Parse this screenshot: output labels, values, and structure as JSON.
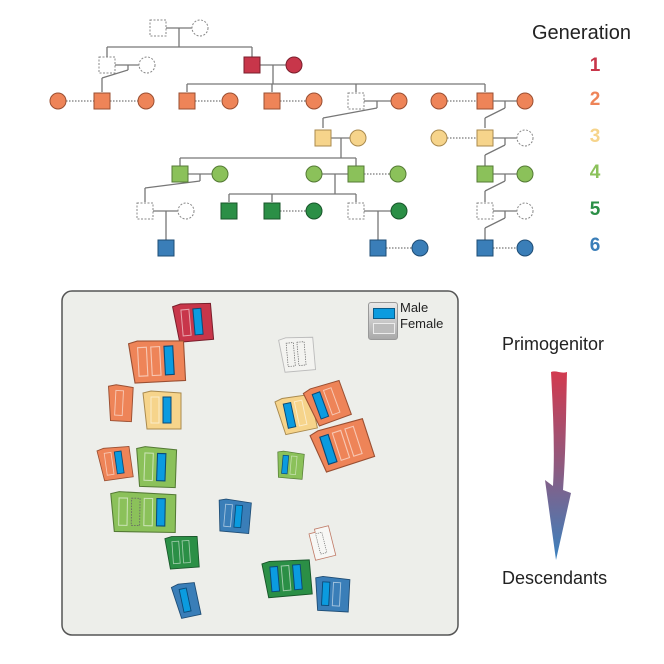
{
  "legend_panel": {
    "title": "Generation",
    "generations": [
      {
        "number": "1",
        "color": "#c8364a"
      },
      {
        "number": "2",
        "color": "#ee8458"
      },
      {
        "number": "3",
        "color": "#f6d48b"
      },
      {
        "number": "4",
        "color": "#8bc15a"
      },
      {
        "number": "5",
        "color": "#2b8f46"
      },
      {
        "number": "6",
        "color": "#3a7eb8"
      }
    ]
  },
  "sex_legend": {
    "male_label": "Male",
    "female_label": "Female",
    "male_color": "#0b9bdf",
    "female_color": "#bcbcbc"
  },
  "arrow": {
    "top_label": "Primogenitor",
    "bottom_label": "Descendants",
    "top_color": "#d23a4f",
    "bottom_color": "#3a82bf"
  },
  "pedigree": {
    "unknown_color": "none",
    "generations": [
      {
        "gen": 0,
        "members": [
          "unknown-male",
          "unknown-female"
        ]
      },
      {
        "gen": 1,
        "members": [
          "unknown-male",
          "unknown-female",
          "male",
          "female"
        ]
      },
      {
        "gen": 2,
        "members": [
          "female",
          "male",
          "female",
          "male",
          "female",
          "male",
          "female",
          "unknown-male",
          "female",
          "female",
          "male",
          "female"
        ]
      },
      {
        "gen": 3,
        "members": [
          "male",
          "female",
          "female",
          "male",
          "unknown-female"
        ]
      },
      {
        "gen": 4,
        "members": [
          "male",
          "female",
          "female",
          "male",
          "female",
          "male",
          "female"
        ]
      },
      {
        "gen": 5,
        "members": [
          "unknown-male",
          "unknown-female",
          "male",
          "male",
          "female",
          "unknown-male",
          "female",
          "unknown-male",
          "unknown-female"
        ]
      },
      {
        "gen": 6,
        "members": [
          "male",
          "male",
          "female",
          "male",
          "female"
        ]
      }
    ]
  },
  "map_panel": {
    "background": "#edeeea",
    "clusters": [
      {
        "gen": 1,
        "individuals": [
          "female",
          "male"
        ]
      },
      {
        "gen": 2,
        "individuals": [
          "female",
          "female",
          "male"
        ]
      },
      {
        "gen": 2,
        "individuals": [
          "female"
        ]
      },
      {
        "gen": 3,
        "individuals": [
          "female",
          "male"
        ]
      },
      {
        "gen": 2,
        "individuals": [
          "female",
          "male"
        ]
      },
      {
        "gen": 4,
        "individuals": [
          "female",
          "male"
        ]
      },
      {
        "gen": 4,
        "individuals": [
          "female",
          "unknown",
          "female",
          "male"
        ]
      },
      {
        "gen": 6,
        "individuals": [
          "female",
          "male"
        ]
      },
      {
        "gen": 5,
        "individuals": [
          "female",
          "female"
        ]
      },
      {
        "gen": 6,
        "individuals": [
          "male"
        ]
      },
      {
        "gen": 0,
        "individuals": [
          "unknown",
          "unknown"
        ]
      },
      {
        "gen": 3,
        "individuals": [
          "male",
          "female"
        ]
      },
      {
        "gen": 2,
        "individuals": [
          "male",
          "female"
        ]
      },
      {
        "gen": 2,
        "individuals": [
          "male",
          "female",
          "female"
        ]
      },
      {
        "gen": 4,
        "individuals": [
          "male",
          "female"
        ]
      },
      {
        "gen": 2,
        "individuals": [
          "unknown"
        ]
      },
      {
        "gen": 5,
        "individuals": [
          "male",
          "female",
          "male"
        ]
      },
      {
        "gen": 6,
        "individuals": [
          "male",
          "female"
        ]
      }
    ]
  }
}
